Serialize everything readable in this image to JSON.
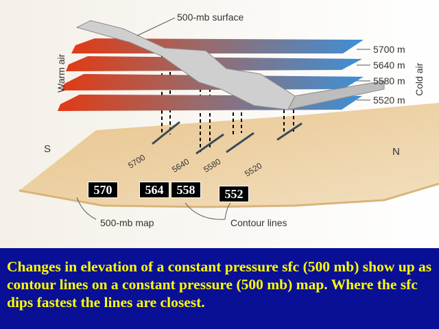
{
  "diagram": {
    "surface_label": "500-mb surface",
    "warm_label": "Warm air",
    "cold_label": "Cold air",
    "levels": [
      "5700 m",
      "5640 m",
      "5580 m",
      "5520 m"
    ],
    "south_label": "S",
    "north_label": "N",
    "map_label": "500-mb map",
    "contour_label": "Contour lines",
    "contour_values": [
      "5700",
      "5640",
      "5580",
      "5520"
    ],
    "boxes": [
      "570",
      "564",
      "558",
      "552"
    ]
  },
  "caption": "Changes in elevation of a constant pressure sfc (500 mb) show up as contour lines on a constant pressure (500 mb) map. Where the sfc dips fastest the lines are closest."
}
